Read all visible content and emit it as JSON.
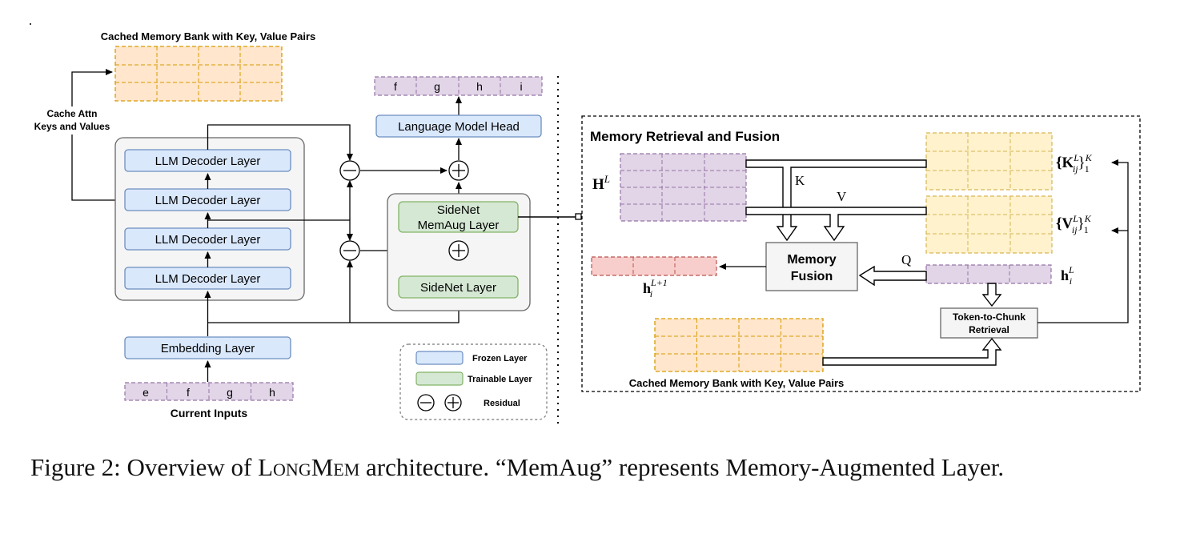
{
  "main_arch": {
    "cache_bank_title": "Cached Memory Bank with Key, Value Pairs",
    "cache_attn_line1": "Cache Attn",
    "cache_attn_line2": "Keys and Values",
    "decoder_layer": "LLM Decoder Layer",
    "embedding_layer": "Embedding Layer",
    "lm_head": "Language Model Head",
    "sidenet_memaug_line1": "SideNet",
    "sidenet_memaug_line2": "MemAug Layer",
    "sidenet_layer": "SideNet Layer",
    "current_inputs_label": "Current Inputs",
    "input_tokens": [
      "e",
      "f",
      "g",
      "h"
    ],
    "output_tokens": [
      "f",
      "g",
      "h",
      "i"
    ]
  },
  "legend": {
    "frozen": "Frozen Layer",
    "trainable": "Trainable Layer",
    "residual": "Residual"
  },
  "retrieval_panel": {
    "title": "Memory Retrieval and Fusion",
    "hidden_label": "H",
    "hidden_sup": "L",
    "k_label": "K",
    "v_label": "V",
    "q_label": "Q",
    "memory_fusion_line1": "Memory",
    "memory_fusion_line2": "Fusion",
    "keys_set_label": "{K",
    "keys_set_sub": "ij",
    "keys_set_sup": "L",
    "keys_set_tail_sub": "1",
    "keys_set_tail_sup": "K",
    "values_set_label": "{V",
    "output_label": "h",
    "output_sub": "i",
    "output_sup": "L+1",
    "query_label": "h",
    "query_sub": "i",
    "query_sup": "L",
    "retrieval_line1": "Token-to-Chunk",
    "retrieval_line2": "Retrieval",
    "bank_caption": "Cached Memory Bank with Key, Value Pairs"
  },
  "caption": {
    "prefix": "Figure 2: Overview of ",
    "name": "LongMem",
    "suffix": " architecture. “MemAug” represents Memory-Augmented Layer."
  },
  "colors": {
    "frozen_fill": "#dae8fc",
    "frozen_stroke": "#6c8ebf",
    "trainable_fill": "#d5e8d4",
    "trainable_stroke": "#82b366",
    "token_fill": "#e1d5e7",
    "token_stroke": "#9673a6",
    "memory_fill": "#ffe6cc",
    "memory_stroke": "#d79b00",
    "keyvalue_fill": "#fff2cc",
    "keyvalue_stroke": "#d6b656",
    "output_fill": "#f8cecc",
    "output_stroke": "#b85450",
    "panel_fill": "#f5f5f5"
  }
}
